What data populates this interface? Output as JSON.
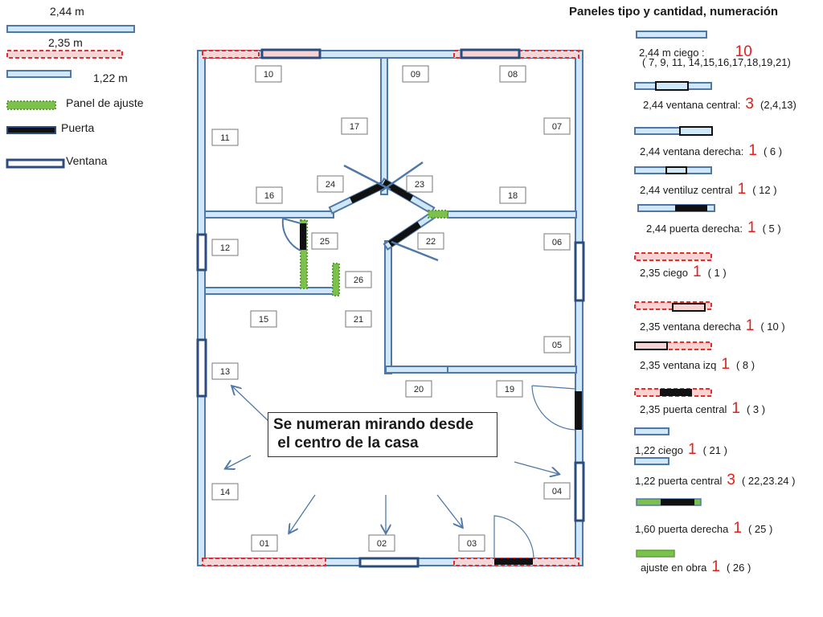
{
  "top_left_legend": {
    "items": [
      {
        "label": "2,44 m"
      },
      {
        "label": "2,35 m"
      },
      {
        "label": "1,22 m"
      },
      {
        "label": "Panel de ajuste"
      },
      {
        "label": "Puerta"
      },
      {
        "label": "Ventana"
      }
    ]
  },
  "panel_numbers": [
    "01",
    "02",
    "03",
    "04",
    "05",
    "06",
    "07",
    "08",
    "09",
    "10",
    "11",
    "12",
    "13",
    "14",
    "15",
    "16",
    "17",
    "18",
    "19",
    "20",
    "21",
    "22",
    "23",
    "24",
    "25",
    "26"
  ],
  "callout": {
    "line1": "Se numeran mirando desde",
    "line2": " el centro de la casa"
  },
  "right_legend": {
    "title": "Paneles tipo y cantidad, numeración",
    "rows": [
      {
        "label": "2,44 m ciego :",
        "count": "10",
        "ids": "( 7, 9, 11, 14,15,16,17,18,19,21)"
      },
      {
        "label": "2,44 ventana central:",
        "count": "3",
        "ids": "(2,4,13)"
      },
      {
        "label": "2,44 ventana derecha:",
        "count": "1",
        "ids": "( 6 )"
      },
      {
        "label": "2,44 ventiluz central",
        "count": "1",
        "ids": "( 12 )"
      },
      {
        "label": "2,44 puerta derecha:",
        "count": "1",
        "ids": "( 5 )"
      },
      {
        "label": "2,35 ciego",
        "count": "1",
        "ids": "( 1 )"
      },
      {
        "label": "2,35 ventana derecha",
        "count": "1",
        "ids": "( 10 )"
      },
      {
        "label": "2,35 ventana  izq",
        "count": "1",
        "ids": "( 8 )"
      },
      {
        "label": "2,35 puerta central",
        "count": "1",
        "ids": "( 3 )"
      },
      {
        "label": "1,22 ciego",
        "count": "1",
        "ids": "( 21 )"
      },
      {
        "label": "1,22  puerta  central",
        "count": "3",
        "ids": "( 22,23.24 )"
      },
      {
        "label": "1,60  puerta  derecha",
        "count": "1",
        "ids": "( 25 )"
      },
      {
        "label": "ajuste en obra",
        "count": "1",
        "ids": "( 26 )"
      }
    ]
  },
  "colors": {
    "panel_fill": "#cfe7f7",
    "panel_stroke": "#4f78a8",
    "short_panel_stroke": "#e0302c",
    "adjust_panel": "#7cc14e",
    "door": "#111111",
    "window_stroke": "#2b4d7e",
    "count_red": "#e0201c"
  }
}
